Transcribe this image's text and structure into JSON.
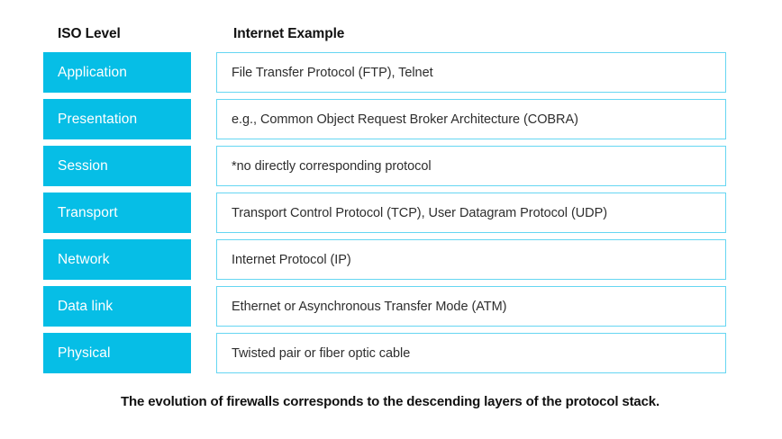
{
  "table": {
    "headers": {
      "layer_column": "ISO Level",
      "example_column": "Internet Example"
    },
    "rows": [
      {
        "layer": "Application",
        "example": "File Transfer Protocol (FTP), Telnet"
      },
      {
        "layer": "Presentation",
        "example": "e.g., Common Object Request Broker Architecture (COBRA)"
      },
      {
        "layer": "Session",
        "example": "*no directly corresponding protocol"
      },
      {
        "layer": "Transport",
        "example": "Transport Control Protocol (TCP), User Datagram Protocol (UDP)"
      },
      {
        "layer": "Network",
        "example": "Internet Protocol (IP)"
      },
      {
        "layer": "Data link",
        "example": "Ethernet or Asynchronous Transfer Mode (ATM)"
      },
      {
        "layer": "Physical",
        "example": "Twisted pair or fiber optic cable"
      }
    ]
  },
  "caption": "The evolution of firewalls corresponds to the descending layers of the protocol stack.",
  "colors": {
    "layer_fill": "#06BEE6",
    "layer_text": "#FFFFFF",
    "example_border": "#66D6F2",
    "example_fill": "#FFFFFF",
    "example_text": "#2E2E2E",
    "heading_text": "#111111",
    "background": "#FFFFFF"
  }
}
